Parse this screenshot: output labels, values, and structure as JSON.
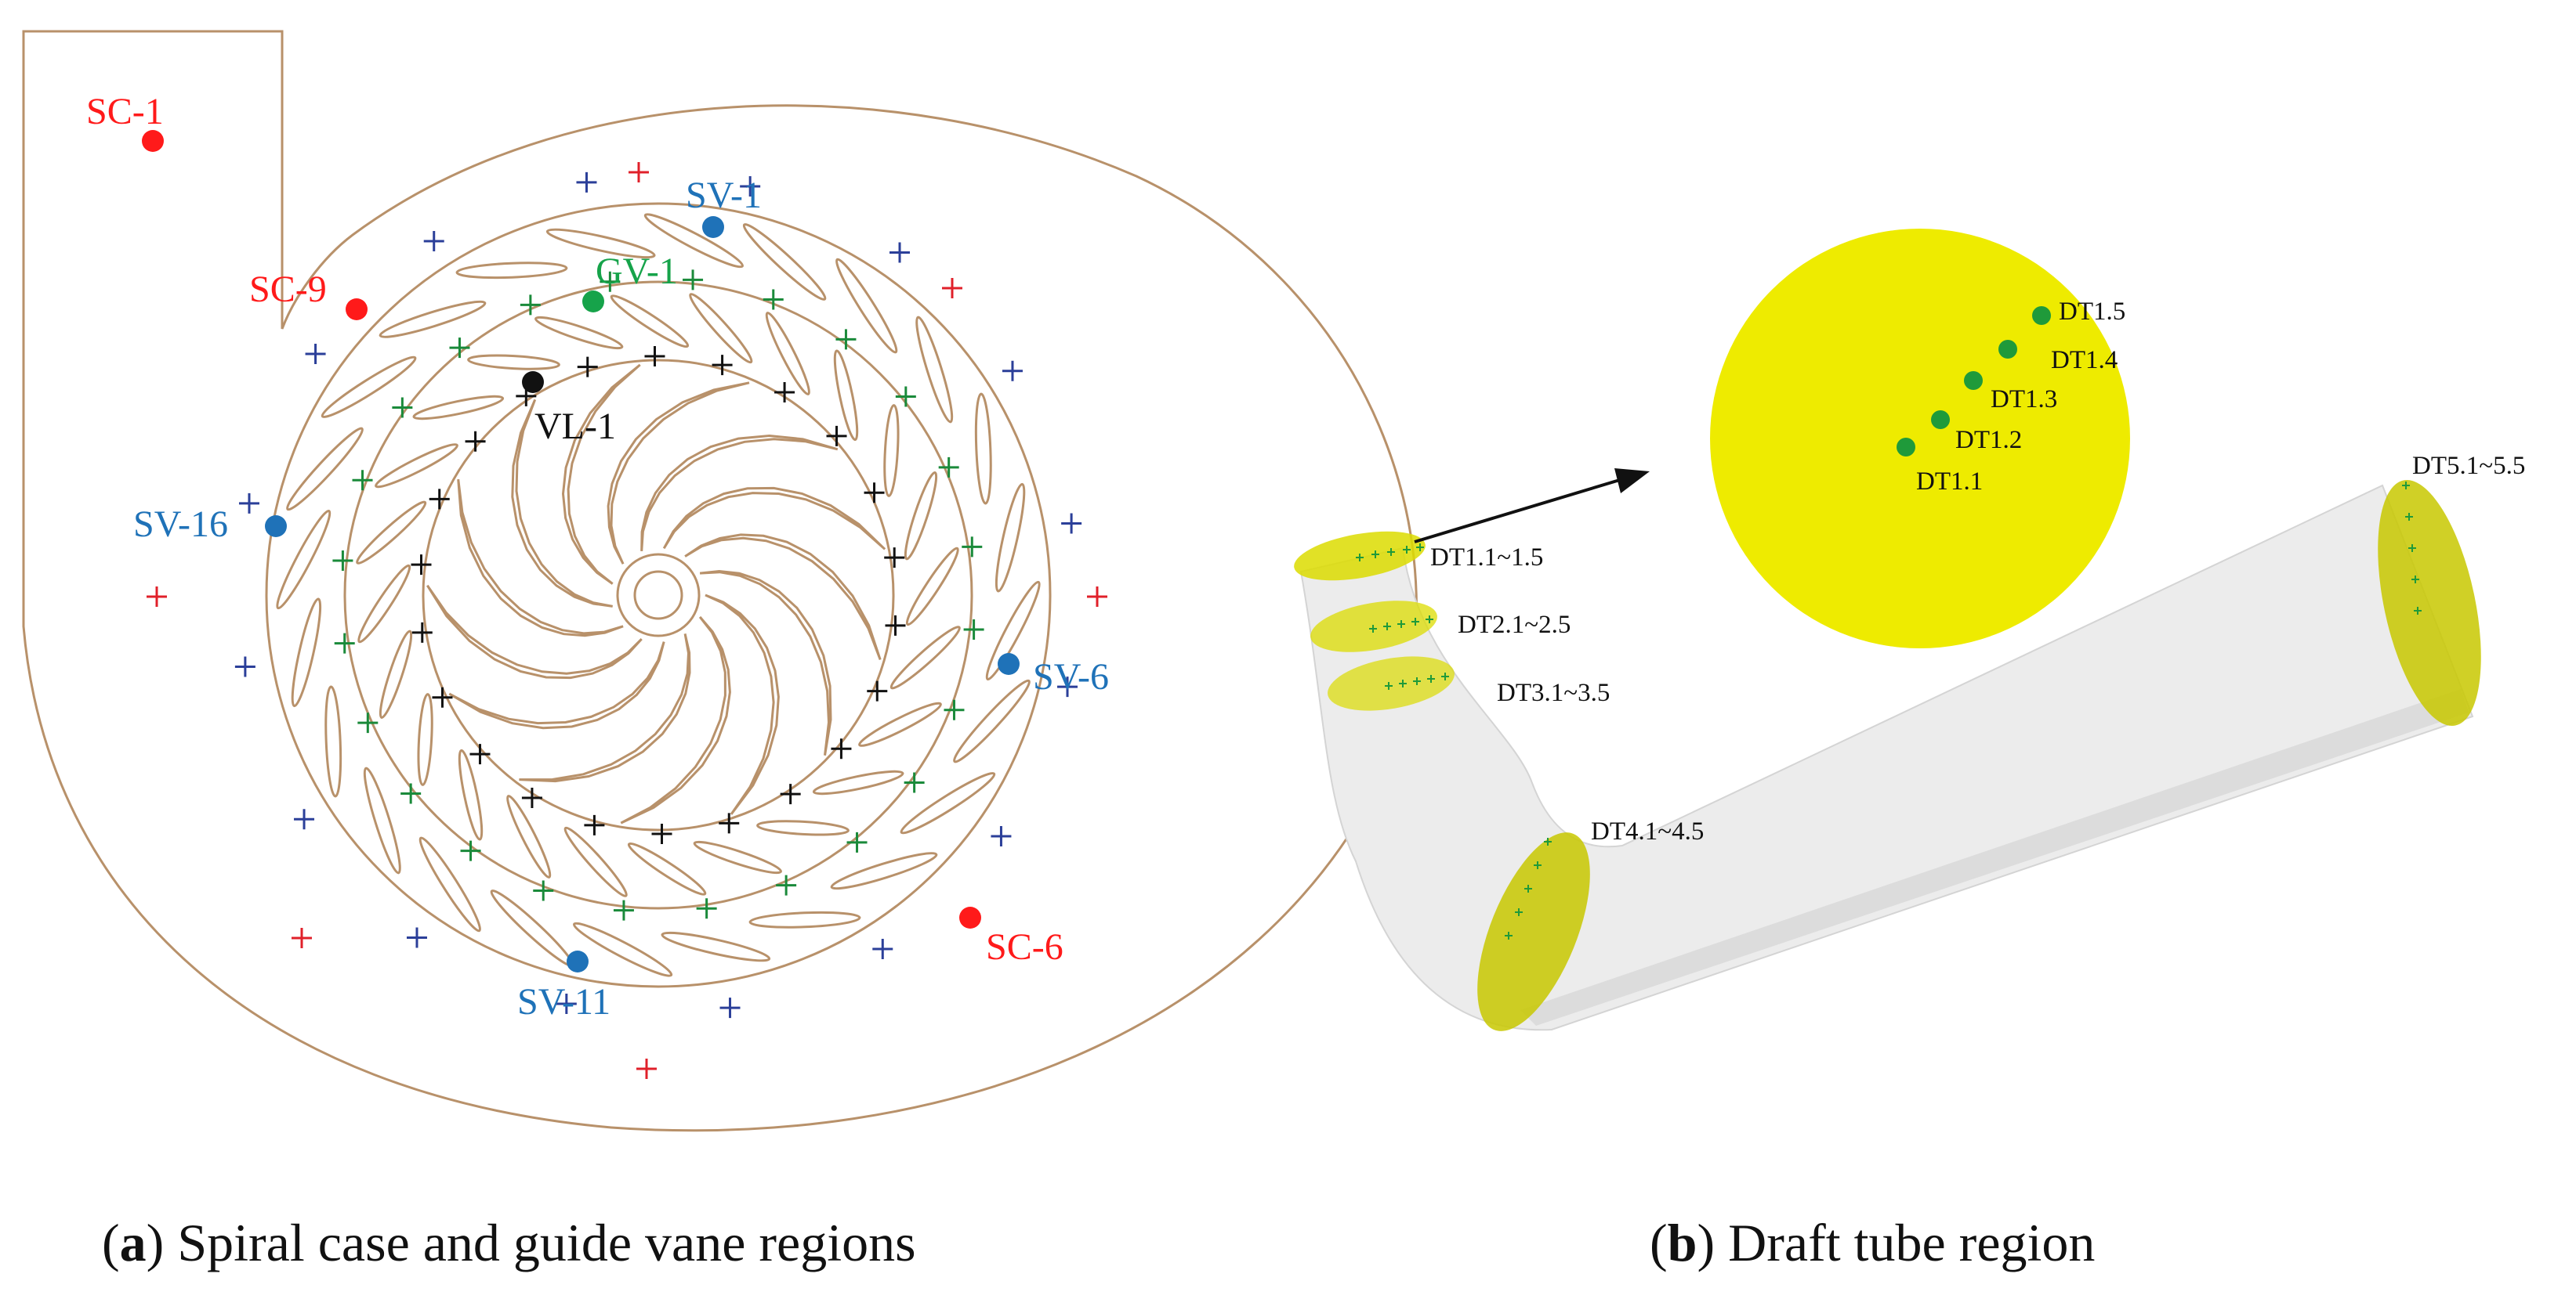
{
  "colors": {
    "sc": "#ff1a1a",
    "sv": "#1f72b8",
    "gv": "#16a34a",
    "vl": "#111111",
    "outline": "#b8916a",
    "marker_blue": "#2b3f99",
    "marker_green": "#1a8a3a",
    "marker_red": "#e0202a",
    "marker_black": "#111111",
    "disc_fill": "#eeeb00",
    "section_fill": "#dcdc00",
    "tube_fill": "#ececec",
    "dot_green": "#1f9a3a"
  },
  "panel_a": {
    "caption_letter": "a",
    "caption_text": "Spiral case and guide vane regions",
    "points": {
      "sc1": "SC-1",
      "sc9": "SC-9",
      "sc6": "SC-6",
      "sv1": "SV-1",
      "sv6": "SV-6",
      "sv11": "SV-11",
      "sv16": "SV-16",
      "gv1": "GV-1",
      "vl1": "VL-1"
    }
  },
  "panel_b": {
    "caption_letter": "b",
    "caption_text": "Draft tube region",
    "zoom_points": [
      "DT1.1",
      "DT1.2",
      "DT1.3",
      "DT1.4",
      "DT1.5"
    ],
    "sections": {
      "dt1": "DT1.1~1.5",
      "dt2": "DT2.1~2.5",
      "dt3": "DT3.1~3.5",
      "dt4": "DT4.1~4.5",
      "dt5": "DT5.1~5.5"
    }
  }
}
